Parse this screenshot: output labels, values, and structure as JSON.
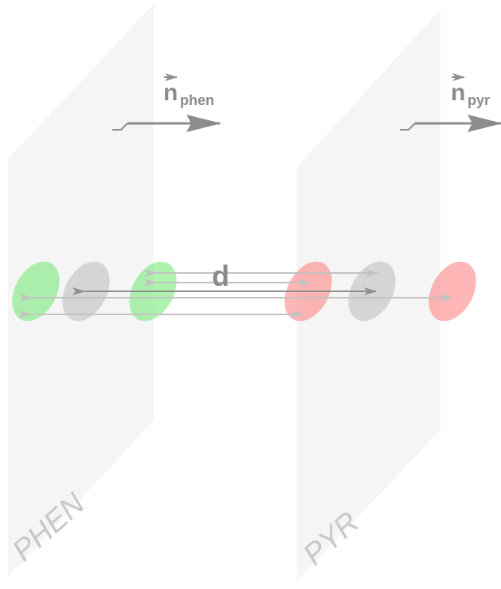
{
  "planes": {
    "left_label": "PHEN",
    "right_label": "PYR"
  },
  "normals": {
    "phen": {
      "symbol": "n",
      "subscript": "phen"
    },
    "pyr": {
      "symbol": "n",
      "subscript": "pyr"
    }
  },
  "distance_label": "d",
  "colors": {
    "plane": "#f5f5f5",
    "plane_label": "#c8c8c8",
    "normal_arrow": "#8c8c8c",
    "phen_atom": "#6ee86e",
    "pyr_atom": "#ff7a7a",
    "centroid": "#b0b0b0",
    "arrow_light": "#c2c2c2",
    "arrow_dark": "#8f8f8f"
  }
}
